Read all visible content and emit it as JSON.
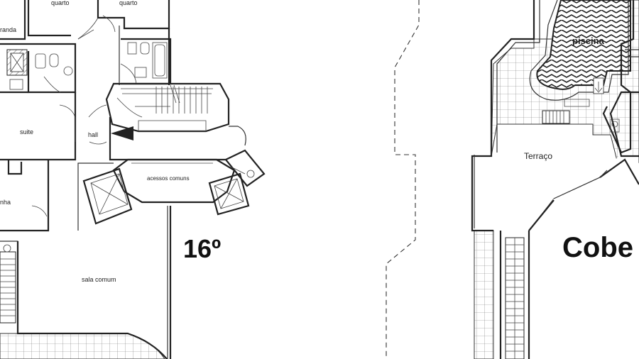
{
  "rooms_left": {
    "quarto_1": "quarto",
    "quarto_2": "quarto",
    "varanda": "randa",
    "suite": "suite",
    "hall": "hall",
    "acessos": "acessos comuns",
    "cozinha": "nha",
    "sala": "sala comum"
  },
  "floors": {
    "floor_16": "16º",
    "cobertura": "Cobe"
  },
  "rooms_right": {
    "piscina": "piscina",
    "terraco": "Terraço"
  }
}
